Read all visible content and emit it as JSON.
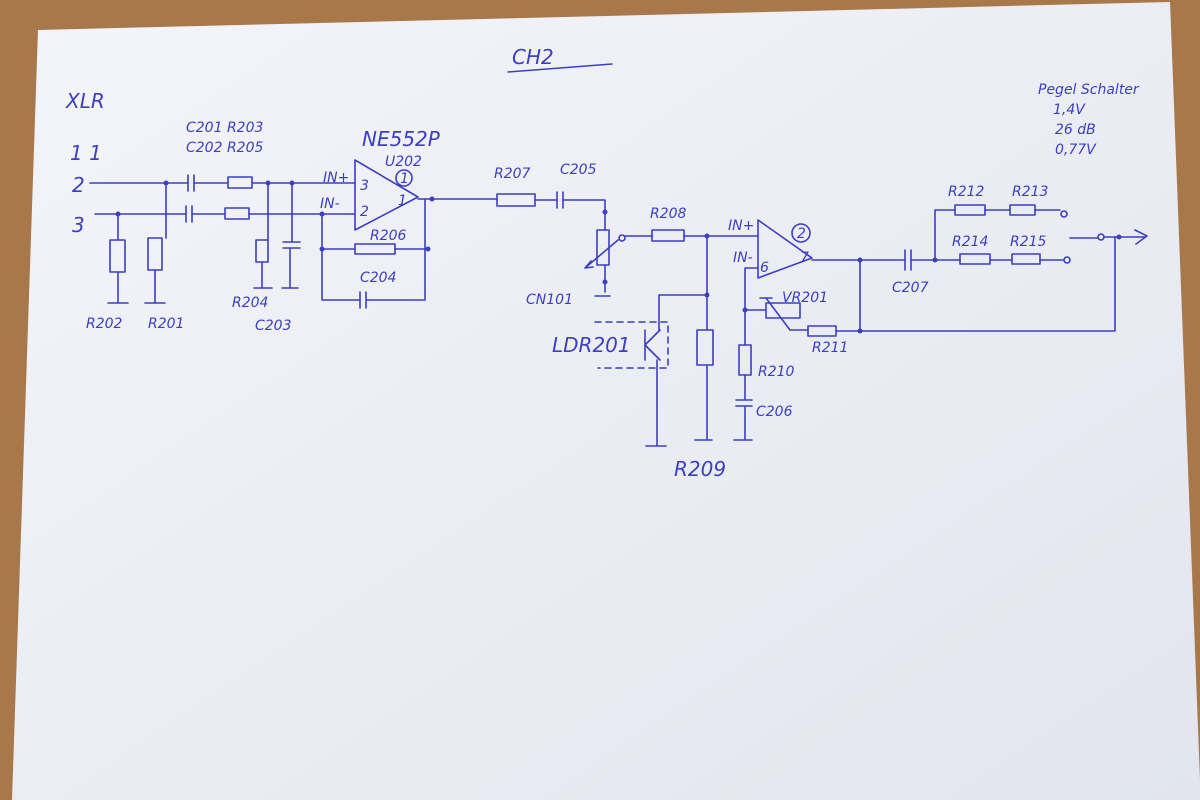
{
  "title": "CH2",
  "connector": {
    "name": "XLR",
    "pin1": "1 1",
    "pin2": "2",
    "pin3": "3"
  },
  "stage1": {
    "opamp": "NE552P",
    "ref": "U202",
    "unit": "1",
    "in_plus": "IN+",
    "in_minus": "IN-",
    "pin_plus": "3",
    "pin_minus": "2",
    "pin_out": "1",
    "labels": {
      "c201_r203": "C201 R203",
      "c202_r205": "C202 R205",
      "r202": "R202",
      "r201": "R201",
      "r204": "R204",
      "c203": "C203",
      "r206": "R206",
      "c204": "C204"
    }
  },
  "stage2": {
    "unit": "2",
    "in_plus": "IN+",
    "in_minus": "IN-",
    "pin_minus": "6",
    "pin_out": "7",
    "labels": {
      "r207": "R207",
      "c205": "C205",
      "cn101": "CN101",
      "r208": "R208",
      "ldr201": "LDR201",
      "r209": "R209",
      "vr201": "VR201",
      "r211": "R211",
      "r210": "R210",
      "c206": "C206"
    }
  },
  "output": {
    "labels": {
      "c207": "C207",
      "r212": "R212",
      "r213": "R213",
      "r214": "R214",
      "r215": "R215"
    }
  },
  "notes": {
    "heading": "Pegel Schalter",
    "line1": "1,4V",
    "line2": "26 dB",
    "line3": "0,77V"
  },
  "colors": {
    "ink": "#3b3fc0",
    "paper": "#eef0f6",
    "table": "#a8784a"
  }
}
